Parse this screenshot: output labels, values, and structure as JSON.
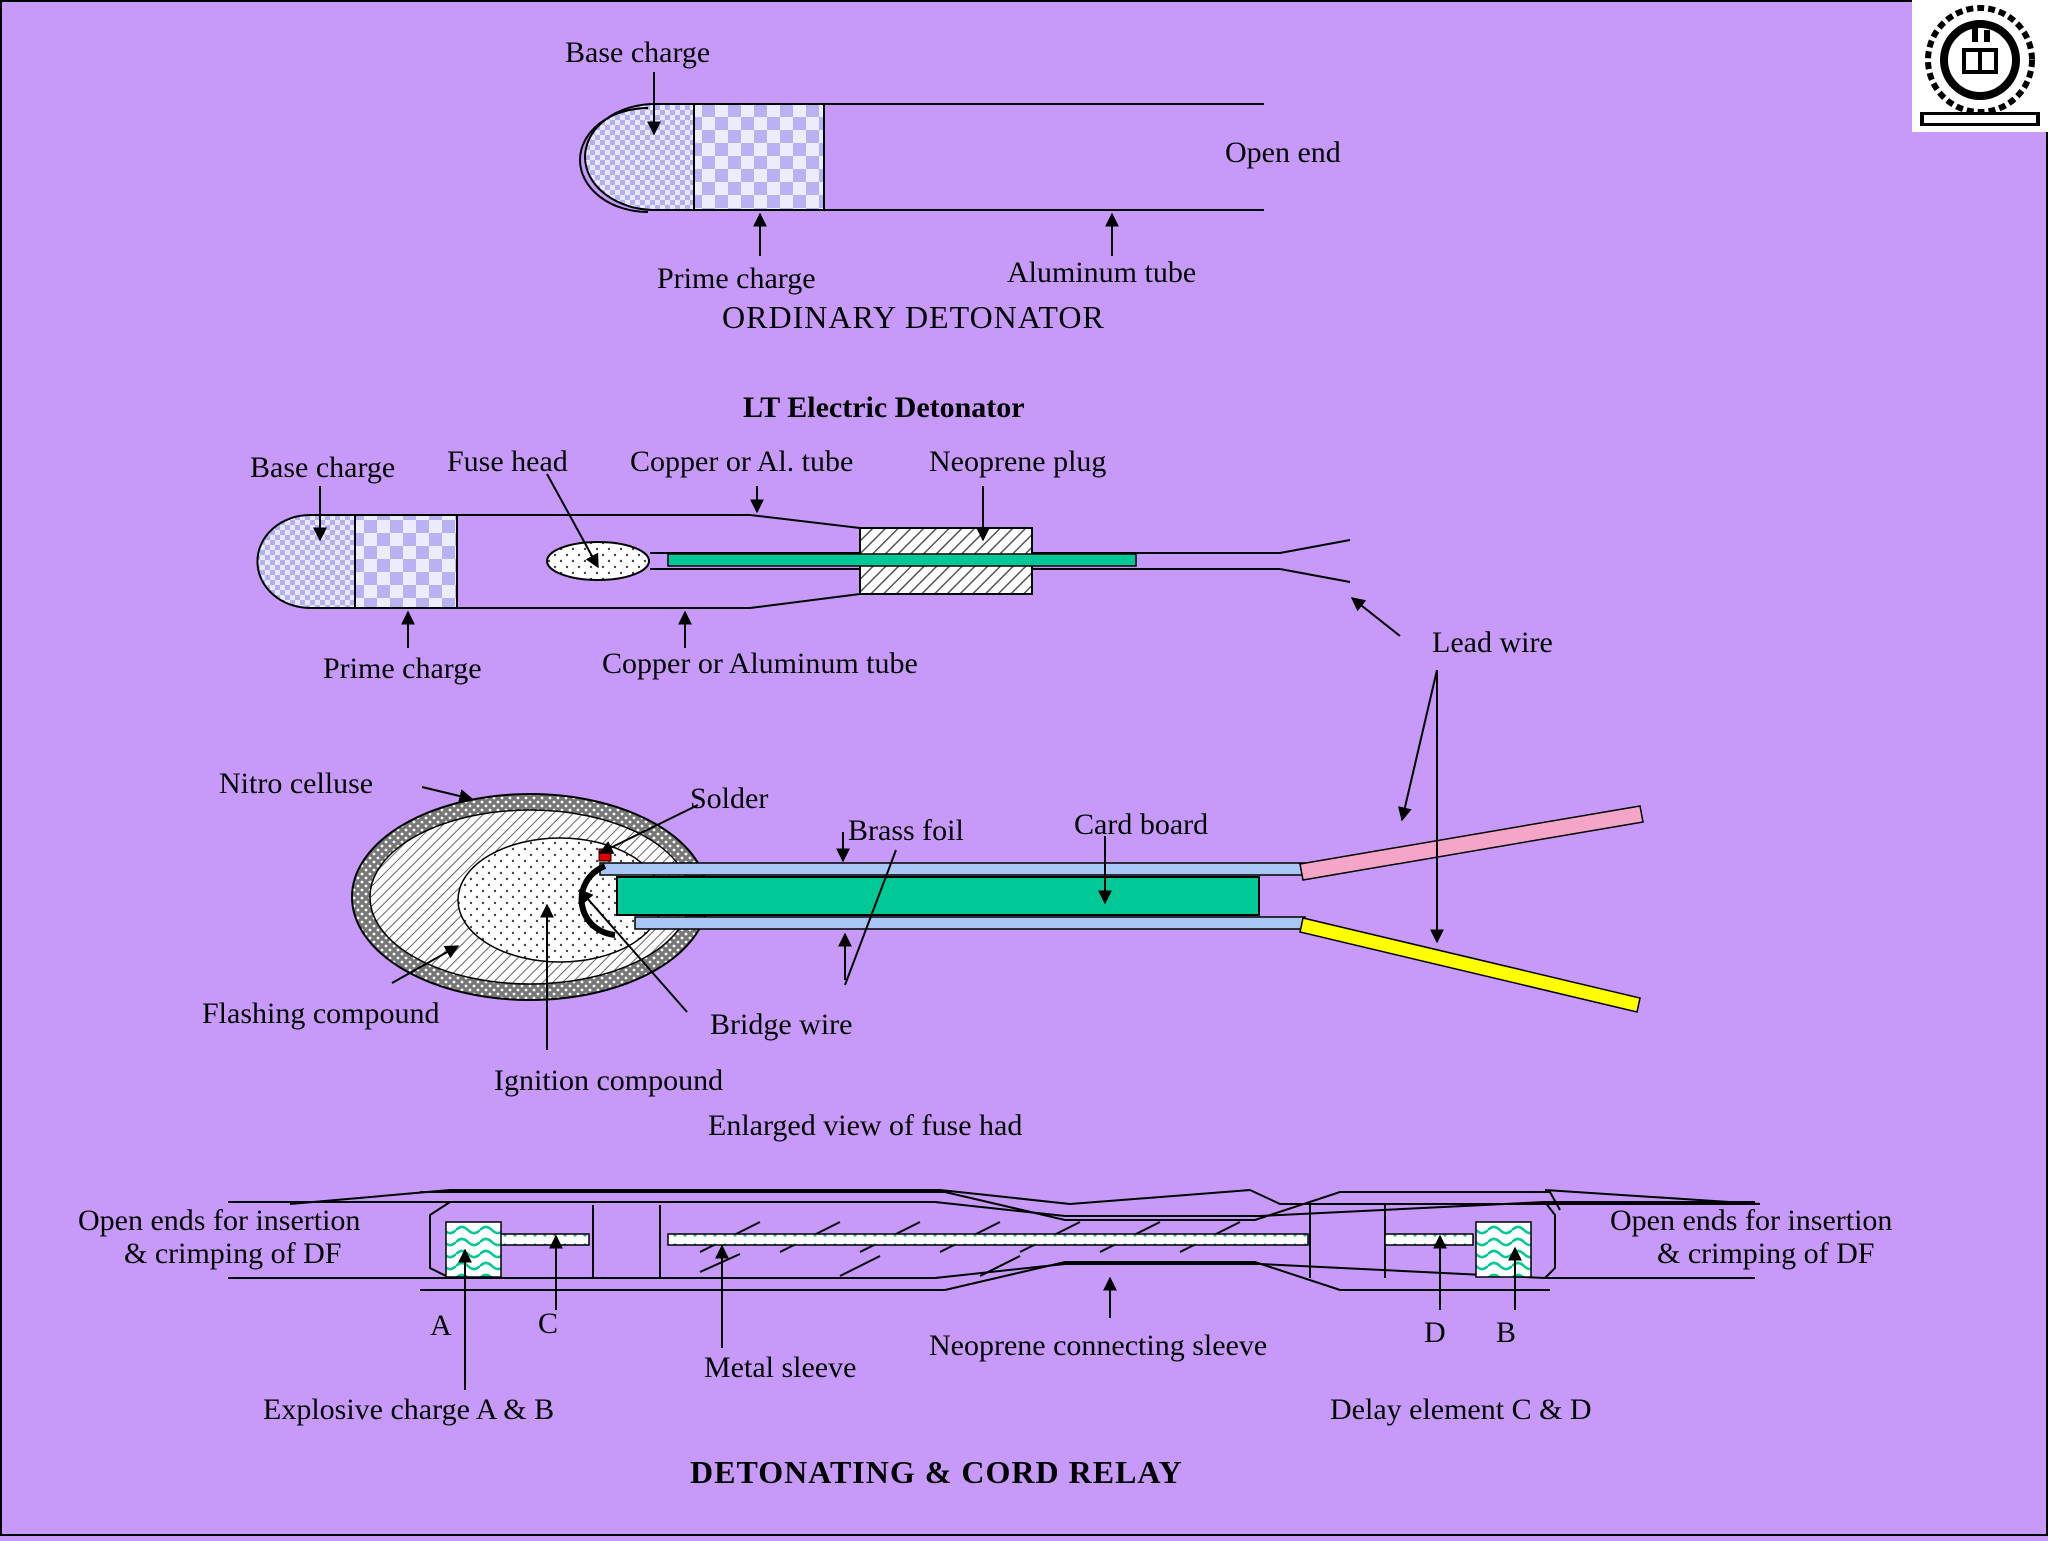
{
  "ordinary": {
    "base_charge": "Base charge",
    "open_end": "Open end",
    "prime_charge": "Prime charge",
    "aluminum_tube": "Aluminum tube",
    "title": "ORDINARY DETONATOR"
  },
  "lt": {
    "title": "LT Electric Detonator",
    "base_charge": "Base charge",
    "fuse_head": "Fuse head",
    "copper_al_tube": "Copper or Al. tube",
    "neoprene_plug": "Neoprene plug",
    "prime_charge": "Prime charge",
    "copper_aluminum_tube": "Copper or Aluminum tube",
    "lead_wire": "Lead wire"
  },
  "fuse": {
    "nitro_celluse": "Nitro celluse",
    "solder": "Solder",
    "brass_foil": "Brass foil",
    "card_board": "Card board",
    "flashing_compound": "Flashing compound",
    "bridge_wire": "Bridge wire",
    "ignition_compound": "Ignition compound",
    "caption": "Enlarged view of fuse had"
  },
  "relay": {
    "open_ends_line1": "Open ends for insertion",
    "open_ends_line2": "& crimping of DF",
    "a": "A",
    "b": "B",
    "c": "C",
    "d": "D",
    "metal_sleeve": "Metal sleeve",
    "neoprene_sleeve": "Neoprene connecting sleeve",
    "explosive_charge": "Explosive charge  A & B",
    "delay_element": "Delay element C & D",
    "title": "DETONATING & CORD RELAY"
  },
  "colors": {
    "background": "#c79af9",
    "green": "#00c896",
    "pink": "#f5a6c8",
    "yellow": "#ffff00",
    "blue": "#a9c7f5",
    "red": "#e00000"
  }
}
